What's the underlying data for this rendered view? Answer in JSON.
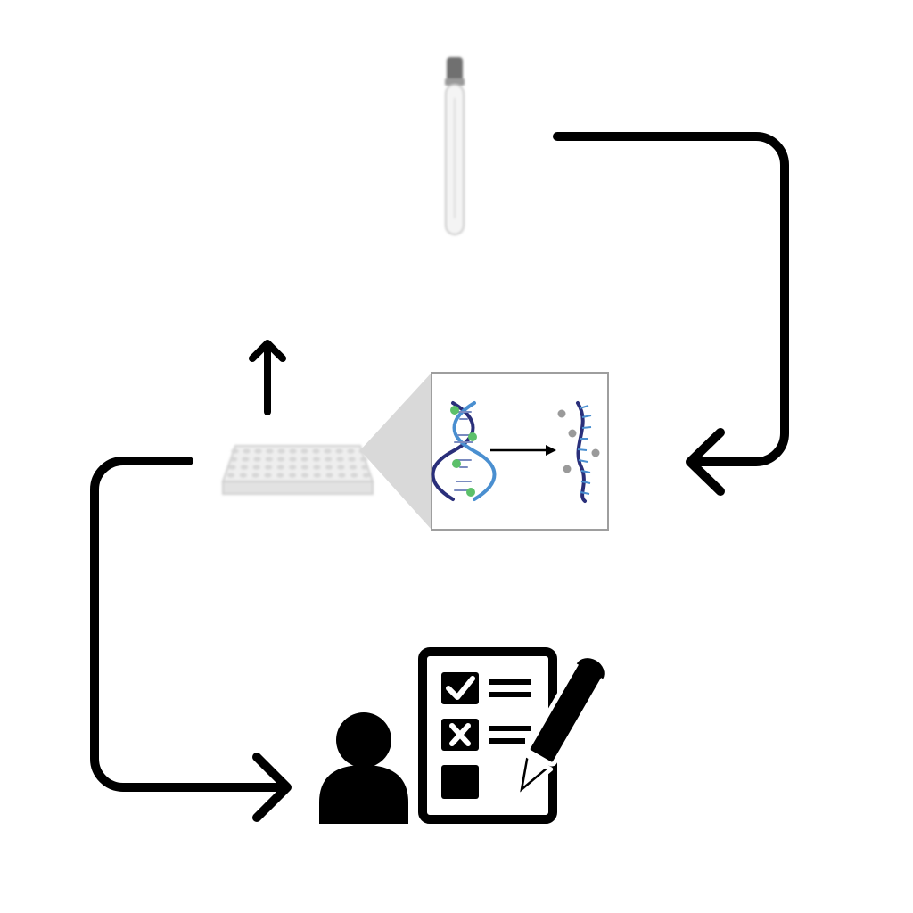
{
  "diagram": {
    "nodes": [
      {
        "id": "sample-tube",
        "icon": "test-tube-icon"
      },
      {
        "id": "well-plate",
        "icon": "microplate-icon"
      },
      {
        "id": "dna-processing-inset",
        "icon": "dna-denaturation-icon"
      },
      {
        "id": "patient-report",
        "icon": "person-checklist-icon"
      }
    ],
    "edges": [
      {
        "from": "sample-tube",
        "to": "well-plate"
      },
      {
        "from": "well-plate",
        "to": "patient-report"
      }
    ],
    "colors": {
      "stroke": "#000000",
      "dna_strand_dark": "#2a2f7a",
      "dna_strand_light": "#4a8fd0",
      "dna_marker": "#5cc06a",
      "dots": "#9a9a9a",
      "inset_fill": "#d9d9d9",
      "plate": "#e4e4e4"
    }
  }
}
